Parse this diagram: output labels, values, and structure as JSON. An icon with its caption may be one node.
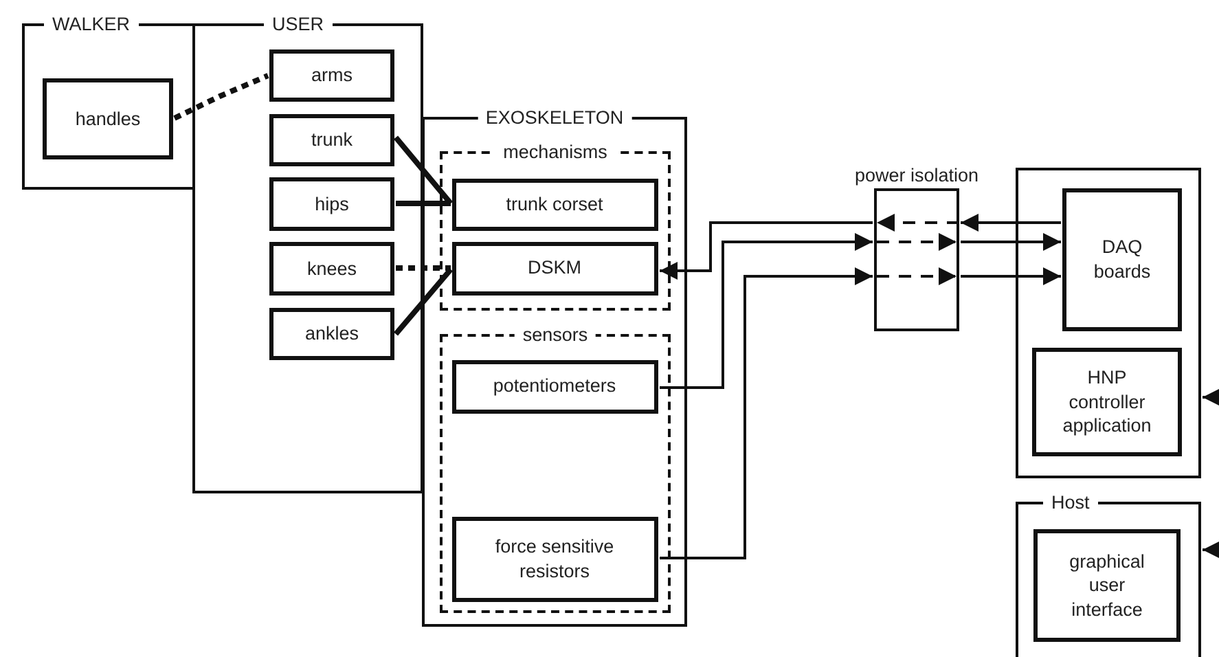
{
  "diagram": {
    "nodes": [
      {
        "text": [
          "WALKER"
        ]
      },
      {
        "text": [
          "handles"
        ],
        "in": 0
      },
      {
        "text": [
          "USER"
        ]
      },
      {
        "text": [
          "arms"
        ],
        "in": 2
      },
      {
        "text": [
          "trunk"
        ],
        "in": 2
      },
      {
        "text": [
          "hips"
        ],
        "in": 2
      },
      {
        "text": [
          "knees"
        ],
        "in": 2
      },
      {
        "text": [
          "ankles"
        ],
        "in": 2
      },
      {
        "text": [
          "EXOSKELETON"
        ]
      },
      {
        "text": [
          "mechanisms"
        ],
        "in": 8
      },
      {
        "text": [
          "trunk corset"
        ],
        "in": 9
      },
      {
        "text": [
          "DSKM"
        ],
        "in": 9
      },
      {
        "text": [
          "sensors"
        ],
        "in": 8
      },
      {
        "text": [
          "potentiometers"
        ],
        "in": 12
      },
      {
        "text": [
          "force sensitive resistors"
        ],
        "in": 12
      },
      {
        "text": [
          "power isolation"
        ]
      },
      {
        "text": [],
        "shape": "box"
      },
      {
        "text": [
          "DAQ boards"
        ],
        "in": 16
      },
      {
        "text": [
          "HNP controller application"
        ],
        "in": 16
      },
      {
        "text": [
          "Host"
        ]
      },
      {
        "text": [
          "graphical user interface"
        ],
        "in": 19
      }
    ],
    "edges": [
      {
        "from": 1,
        "to": 3,
        "arrow": "none",
        "style": "dashed"
      },
      {
        "from": 4,
        "to": 10,
        "arrow": "none",
        "style": "thick"
      },
      {
        "from": 5,
        "to": 10,
        "arrow": "none",
        "style": "thick"
      },
      {
        "from": 6,
        "to": 11,
        "arrow": "none",
        "style": "dashed"
      },
      {
        "from": 7,
        "to": 11,
        "arrow": "none",
        "style": "thick"
      },
      {
        "from": 17,
        "to": 15,
        "arrow": "to"
      },
      {
        "from": 15,
        "to": 11,
        "arrow": "to"
      },
      {
        "from": 13,
        "to": 15,
        "arrow": "to"
      },
      {
        "from": 15,
        "to": 17,
        "arrow": "to"
      },
      {
        "from": 14,
        "to": 15,
        "arrow": "to"
      },
      {
        "from": 15,
        "to": 17,
        "arrow": "to"
      },
      {
        "from": null,
        "to": 16,
        "arrow": "to"
      },
      {
        "from": null,
        "to": 19,
        "arrow": "to"
      }
    ]
  }
}
